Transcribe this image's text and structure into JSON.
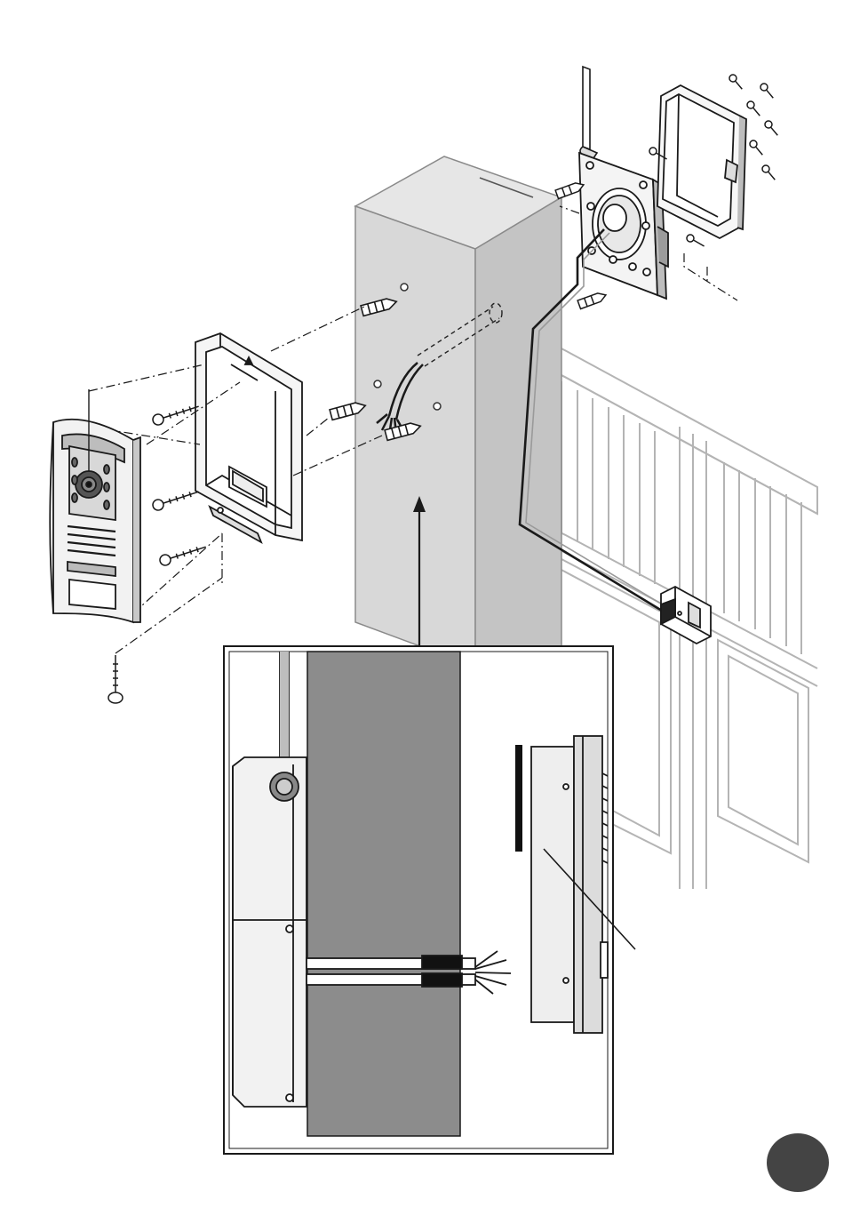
{
  "figure": {
    "components": [
      "intercom-panel",
      "intercom-mounting-box",
      "gate-post",
      "wall-plugs",
      "screws",
      "cable",
      "electric-lock-plate",
      "lock-junction-box",
      "electric-lock",
      "gate",
      "detail-inset"
    ]
  },
  "colors": {
    "line": "#1a1a1a",
    "post": "#d8d8d8",
    "post_side": "#c4c4c4",
    "inset_post": "#8c8c8c",
    "gate_line": "#b4b4b4",
    "badge": "#444444"
  }
}
